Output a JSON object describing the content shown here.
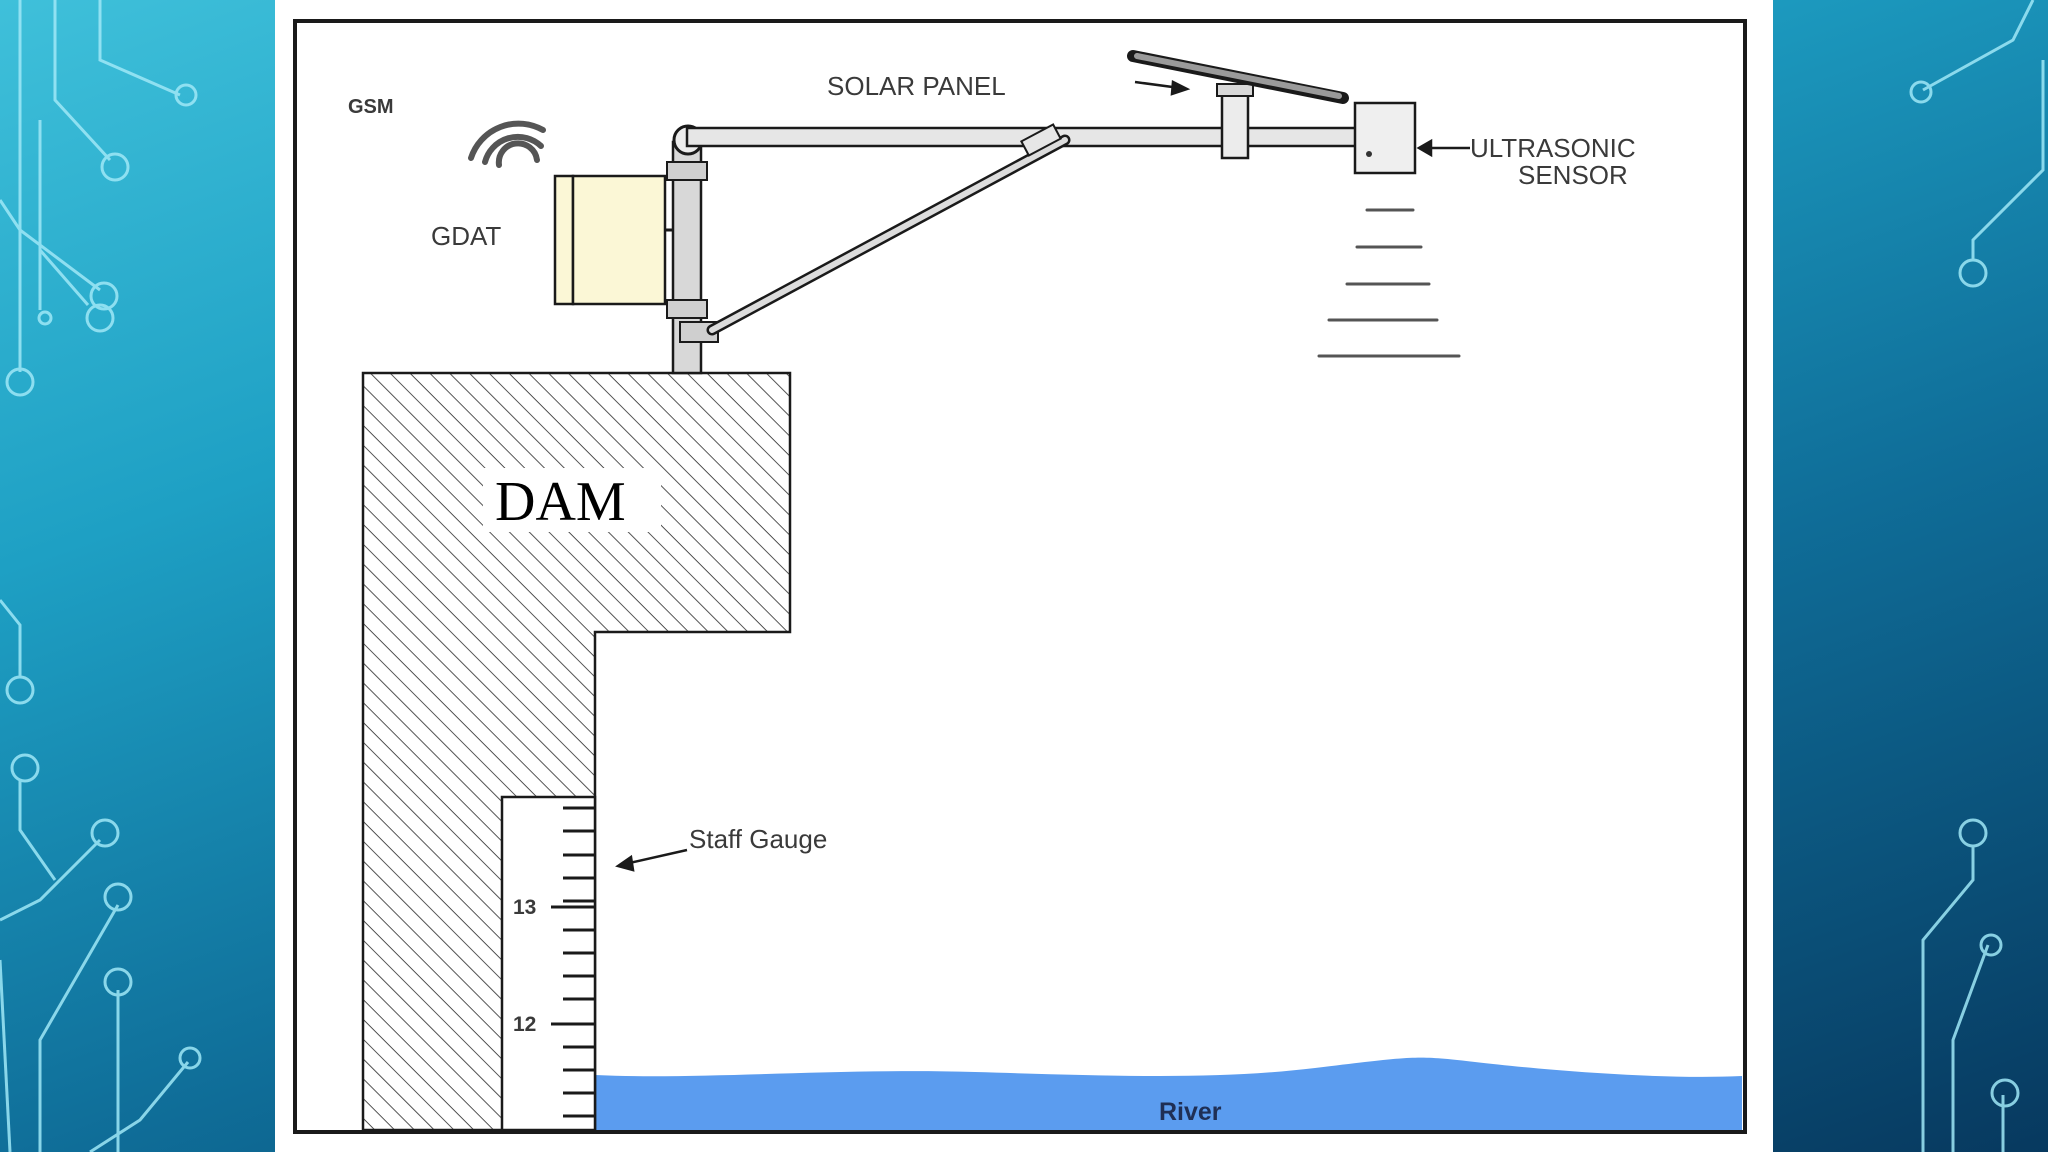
{
  "diagram": {
    "labels": {
      "gsm": "GSM",
      "gdat": "GDAT",
      "solar_panel": "SOLAR PANEL",
      "ultrasonic_line1": "ULTRASONIC",
      "ultrasonic_line2": "SENSOR",
      "dam": "DAM",
      "staff_gauge": "Staff Gauge",
      "river": "River"
    },
    "gauge_ticks": [
      "13",
      "12"
    ]
  },
  "colors": {
    "water": "#5b9cef",
    "slide_background": "#ffffff",
    "gdat_panel": "#fbf7d6",
    "slide_backdrop": "#1a8fbc"
  }
}
